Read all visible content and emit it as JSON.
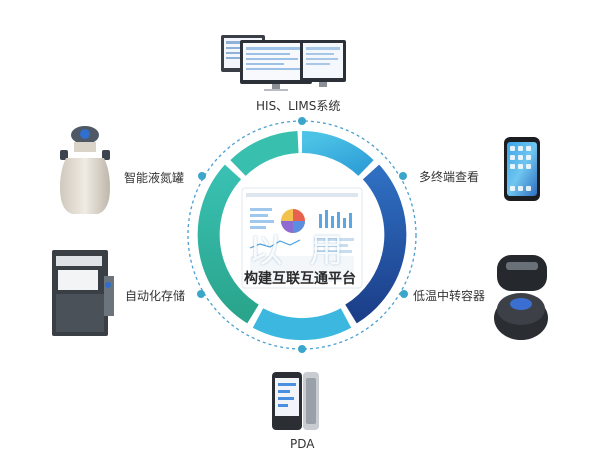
{
  "center": {
    "title": "构建互联互通平台",
    "watermark": "以 用"
  },
  "labels": {
    "his_lims": "HIS、LIMS系统",
    "smart_tank": "智能液氮罐",
    "multi_view": "多终端查看",
    "auto_storage": "自动化存储",
    "low_temp": "低温中转容器",
    "pda": "PDA"
  },
  "colors": {
    "ring_teal": "#2bb5a9",
    "ring_cyan": "#3cb8e0",
    "ring_blue": "#2f7fcf",
    "ring_navy": "#1f4f9c",
    "ring_green": "#3ab58f",
    "dot": "#3aa6c9"
  },
  "icons": [
    "monitor-icon",
    "liquid-nitrogen-tank-icon",
    "smartphone-icon",
    "storage-cabinet-icon",
    "transfer-container-icon",
    "pda-device-icon"
  ]
}
